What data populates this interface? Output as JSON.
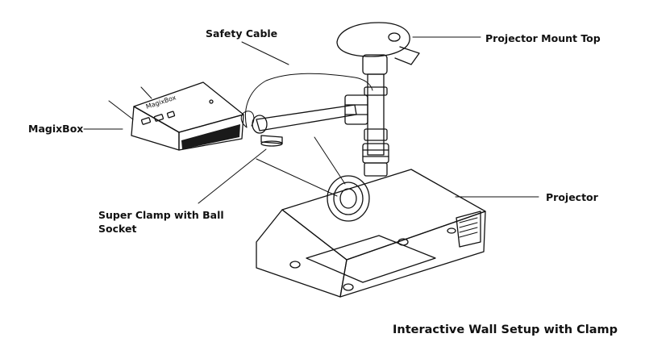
{
  "labels": {
    "safety_cable": "Safety Cable",
    "projector_mount_top": "Projector Mount Top",
    "magixbox": "MagixBox",
    "projector": "Projector",
    "super_clamp_line1": "Super Clamp with Ball",
    "super_clamp_line2": "Socket"
  },
  "device_label": "MagixBox",
  "caption": "Interactive Wall Setup with Clamp",
  "colors": {
    "ink": "#111111",
    "background": "#ffffff",
    "grille": "#1a1a1a"
  }
}
